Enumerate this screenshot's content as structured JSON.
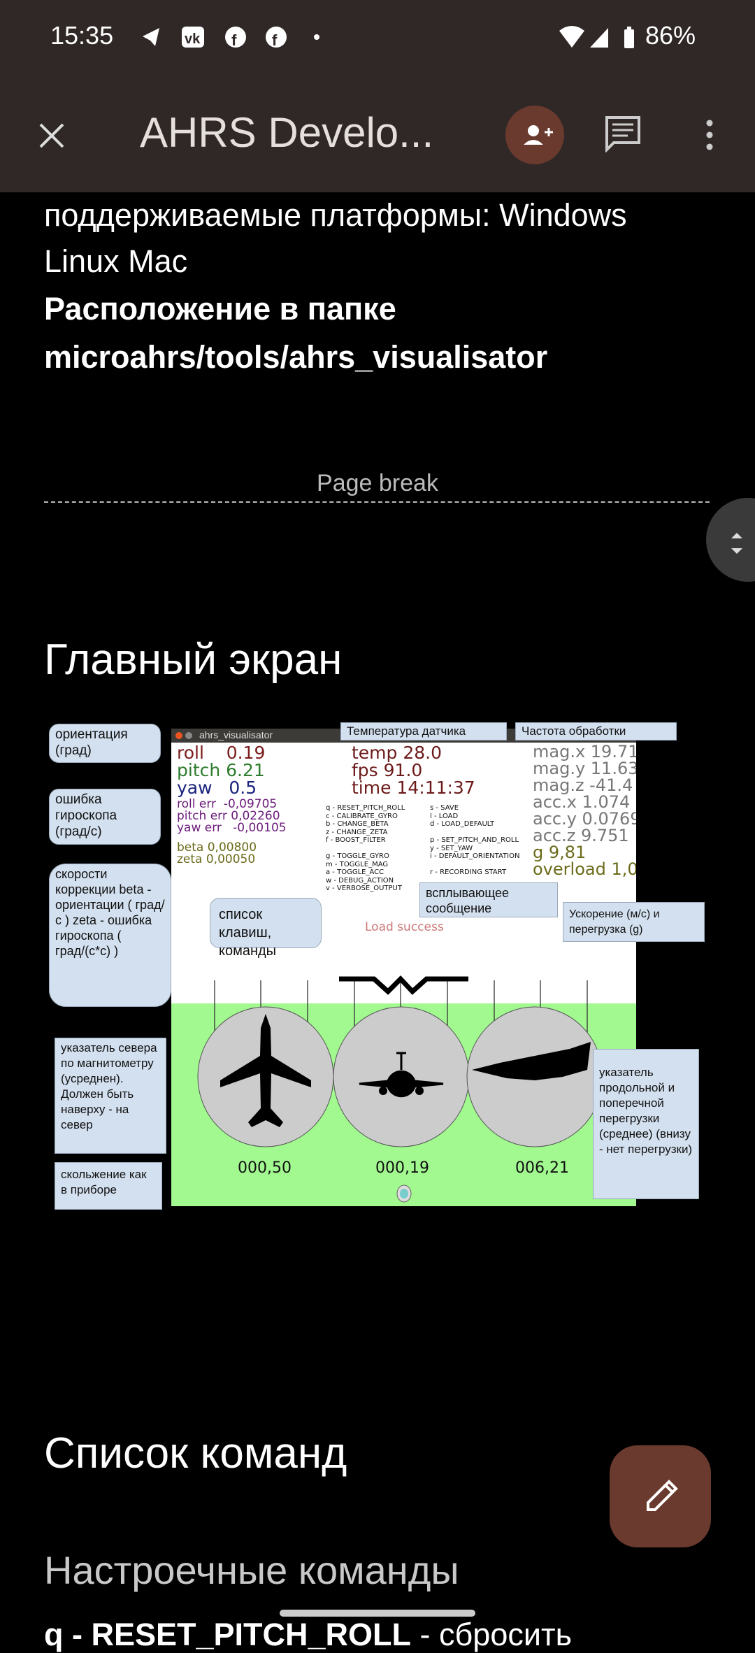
{
  "status_bar": {
    "time": "15:35",
    "battery": "86%",
    "icons": [
      "telegram-icon",
      "vk-icon",
      "facebook-icon",
      "facebook-icon",
      "dot-icon",
      "wifi-icon",
      "signal-icon",
      "battery-icon"
    ]
  },
  "app_bar": {
    "title": "AHRS Develo...",
    "icons": [
      "close-icon",
      "add-person-icon",
      "comment-icon",
      "more-vert-icon"
    ]
  },
  "doc": {
    "line1": "поддерживаемые платформы: Windows",
    "line2": "Linux Mac",
    "line3": "Расположение в папке",
    "line4": "microahrs/tools/ahrs_visualisator",
    "page_break": "Page break",
    "heading_main": "Главный экран",
    "heading_commands": "Список команд",
    "subheading": "Настроечные команды",
    "last_line_bold": "q - RESET_PITCH_ROLL",
    "last_line_rest": " - сбросить"
  },
  "figure": {
    "window_title": "ahrs_visualisator",
    "roll": "roll    0.19",
    "pitch": "pitch 6.21",
    "yaw": "yaw   0.5",
    "roll_err": "roll err  -0,09705",
    "pitch_err": "pitch err 0,02260",
    "yaw_err": "yaw err   -0,00105",
    "beta": "beta 0,00800",
    "zeta": "zeta 0,00050",
    "temp": "temp 28.0",
    "fps": "fps 91.0",
    "time": "time 14:11:37",
    "mag_x": "mag.x 19.71",
    "mag_y": "mag.y 11.63",
    "mag_z": "mag.z -41.4",
    "acc_x": "acc.x 1.074",
    "acc_y": "acc.y 0.0769",
    "acc_z": "acc.z 9.751",
    "g": "g 9,81",
    "overload": "overload 1,0",
    "commands_col1": "q - RESET_PITCH_ROLL\nc - CALIBRATE_GYRO\nb - CHANGE_BETA\nz - CHANGE_ZETA\nf - BOOST_FILTER\n\ng - TOGGLE_GYRO\nm - TOGGLE_MAG\na - TOGGLE_ACC\nw - DEBUG_ACTION\nv - VERBOSE_OUTPUT",
    "commands_col2": "s - SAVE\nl - LOAD\nd - LOAD_DEFAULT\n\np - SET_PITCH_AND_ROLL\ny - SET_YAW\ni - DEFAULT_ORIENTATION\n\nr - RECORDING START",
    "load_msg": "Load success",
    "dial1": "000,50",
    "dial2": "000,19",
    "dial3": "006,21",
    "callout_temp": "Температура датчика",
    "callout_freq": "Частота обработки",
    "callout_orient": "ориентация (град)",
    "callout_gyro_err": "ошибка гироскопа (град/с)",
    "callout_speeds": "скорости коррекции beta - ориентации ( град/с ) zeta - ошибка гироскопа ( град/(с*с) )",
    "callout_keys": "список клавиш, команды",
    "callout_popup": "всплывающее сообщение",
    "callout_accel": "Ускорение (м/с) и перегрузка (g)",
    "callout_north": "указатель севера по магнитометру (усреднен). Должен быть наверху - на север",
    "callout_slip": "скольжение как в приборе",
    "callout_overload": "указатель продольной и поперечной перегрузки (среднее) (внизу - нет перегрузки)"
  },
  "colors": {
    "bar": "#302826",
    "accent": "#6b3a2e"
  }
}
